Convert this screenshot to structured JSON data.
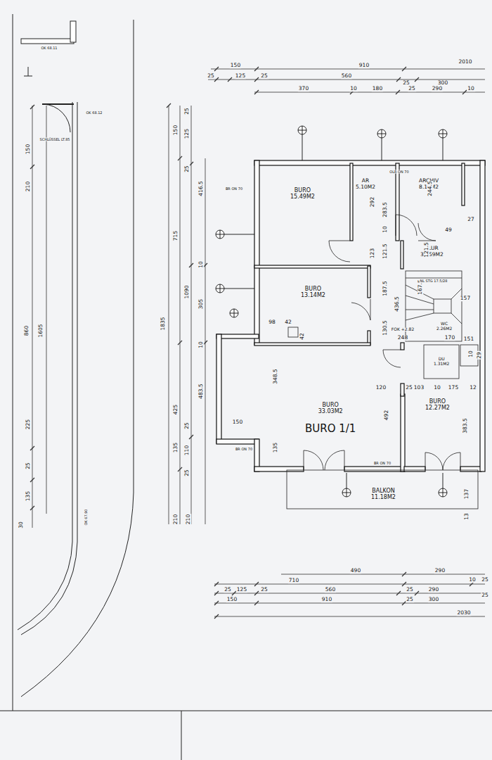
{
  "diagram": {
    "nodes": [
      {
        "text": [
          "BURO",
          "15.49M2"
        ]
      },
      {
        "text": [
          "AR",
          "5.10M2"
        ]
      },
      {
        "text": [
          "ARCHIV",
          "8.16M2"
        ]
      },
      {
        "text": [
          "FLUR",
          "31.59M2"
        ]
      },
      {
        "text": [
          "BURO",
          "13.14M2"
        ]
      },
      {
        "text": [
          "WC",
          "2.26M2"
        ]
      },
      {
        "text": [
          "DU",
          "1.31M2"
        ]
      },
      {
        "text": [
          "BURO",
          "33.03M2",
          "BURO 1/1"
        ]
      },
      {
        "text": [
          "BURO",
          "12.27M2"
        ]
      },
      {
        "text": [
          "BALKON",
          "11.18M2"
        ]
      }
    ],
    "labels": [
      "150",
      "910",
      "2010",
      "25",
      "125",
      "25",
      "560",
      "25",
      "300",
      "370",
      "10",
      "180",
      "25",
      "290",
      "10",
      "150",
      "210",
      "860",
      "1605",
      "225",
      "25",
      "135",
      "30",
      "150",
      "25",
      "125",
      "25",
      "715",
      "416.5",
      "10",
      "1835",
      "1090",
      "305",
      "10",
      "425",
      "483.5",
      "25",
      "135",
      "110",
      "25",
      "210",
      "210",
      "292",
      "283.5",
      "244.5",
      "27",
      "10",
      "123",
      "121.5",
      "121.5",
      "49",
      "187.5",
      "436.5",
      "167.5",
      "157",
      "130.5",
      "98",
      "42",
      "42",
      "248",
      "170",
      "151",
      "10",
      "29",
      "348.5",
      "150",
      "135",
      "120",
      "25",
      "103",
      "10",
      "175",
      "12",
      "492",
      "383.5",
      "137",
      "13",
      "490",
      "290",
      "710",
      "25",
      "125",
      "25",
      "560",
      "25",
      "290",
      "10",
      "25",
      "150",
      "910",
      "25",
      "300",
      "25",
      "2030",
      "SCHLÜSSEL LT.85",
      "OK 68.12",
      "OK 68.11",
      "OK 67.90",
      "BR ON 70",
      "BR ON 70",
      "BR ON 70",
      "OLR ON 70",
      "NL STG 17.5/28",
      "FOK +2.82"
    ]
  }
}
